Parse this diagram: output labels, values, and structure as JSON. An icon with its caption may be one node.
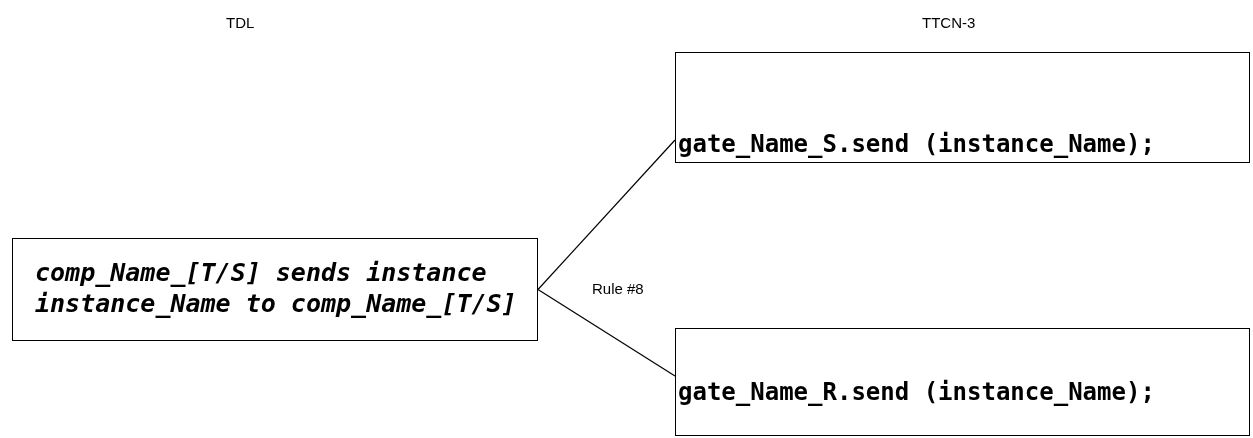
{
  "diagram": {
    "nodes": [
      {
        "text": [
          "comp_Name_[T/S] sends instance instance_Name to comp_Name_[T/S]"
        ]
      },
      {
        "text": [
          "gate_Name_S.send (instance_Name);"
        ]
      },
      {
        "text": [
          "gate_Name_R.send (instance_Name);"
        ]
      }
    ],
    "edges": [
      {
        "from": 0,
        "to": 1,
        "arrow": "none"
      },
      {
        "from": 0,
        "to": 2,
        "arrow": "none"
      }
    ],
    "labels": [
      "TDL",
      "TTCN-3",
      "Rule #8"
    ]
  }
}
